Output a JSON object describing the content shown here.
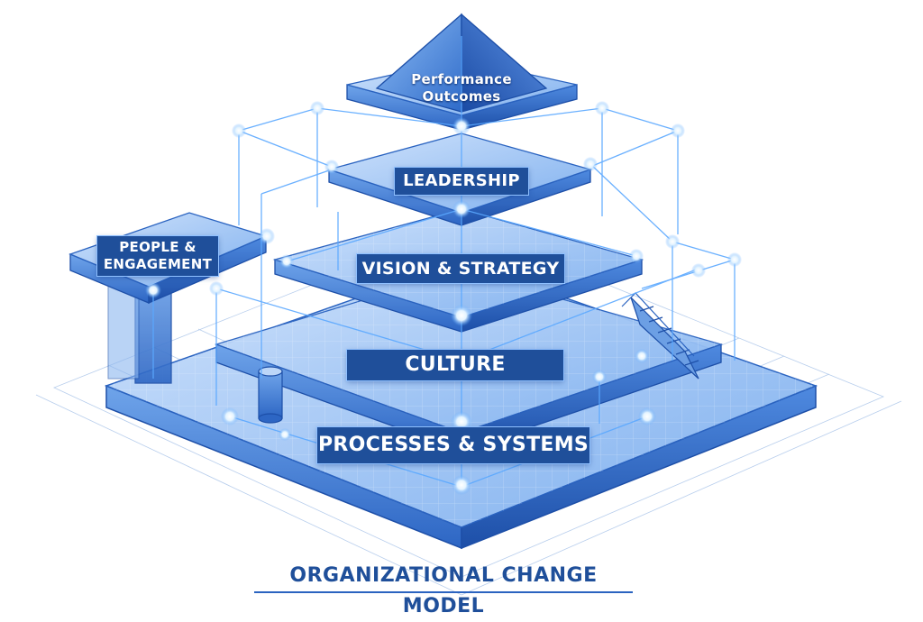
{
  "diagram": {
    "title": "ORGANIZATIONAL CHANGE MODEL",
    "tiers": {
      "performance": "Performance\nOutcomes",
      "leadership": "LEADERSHIP",
      "vision": "VISION & STRATEGY",
      "culture": "CULTURE",
      "processes": "PROCESSES & SYSTEMS",
      "people": "PEOPLE &\nENGAGEMENT"
    },
    "colors": {
      "label_bg": "#1f4f9a",
      "platform_top": "#9cc3f5",
      "platform_side": "#3f7fd6",
      "wire": "#5aa8ff",
      "node_glow": "#d9f0ff"
    }
  }
}
